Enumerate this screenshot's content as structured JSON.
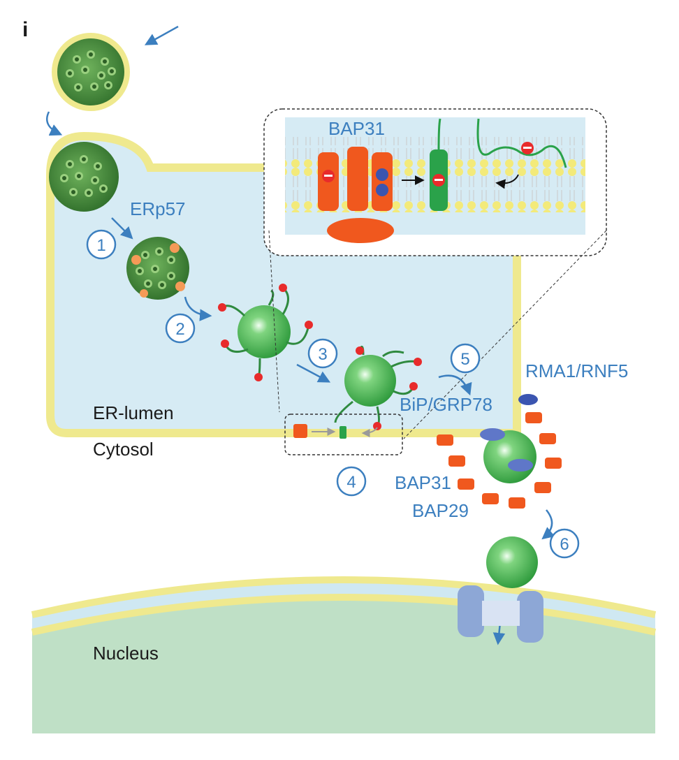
{
  "panel_label": "i",
  "labels": {
    "erp57": "ERp57",
    "bap31_inset": "BAP31",
    "rma1": "RMA1/RNF5",
    "bip": "BiP/GRP78",
    "er_lumen": "ER-lumen",
    "cytosol": "Cytosol",
    "bap31": "BAP31",
    "bap29": "BAP29",
    "nucleus": "Nucleus"
  },
  "steps": [
    "1",
    "2",
    "3",
    "4",
    "5",
    "6"
  ],
  "colors": {
    "label_blue": "#3c7fbf",
    "er_lumen": "#d6ebf4",
    "membrane": "#efe98e",
    "virus_green": "#4f9a3e",
    "capsid_core": "#5cc06a",
    "bap31_orange": "#f0581e",
    "nucleus_green": "#bfe0c6",
    "pore_blue": "#8da7d6"
  },
  "icons": [
    "virus-particle",
    "capsid-core",
    "bap31-channel",
    "nuclear-pore",
    "dashed-inset"
  ]
}
